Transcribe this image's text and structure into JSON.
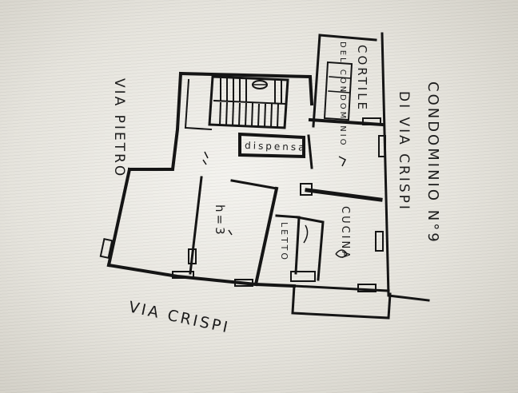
{
  "labels": {
    "via_crispi_bottom": "VIA CRISPI",
    "condominio": "CONDOMINIO N°9",
    "di_via_crispi": "DI VIA CRISPI",
    "cortile": "CORTILE",
    "del_condominio": "DEL CONDOMINIO",
    "via_pietro": "VIA PIETRO",
    "dispensa": "dispensa",
    "cucina": "CUCINA",
    "letto": "LETTO",
    "room_h3": "h=3"
  },
  "colors": {
    "ink": "#151515",
    "paper": "#ece9e2"
  }
}
